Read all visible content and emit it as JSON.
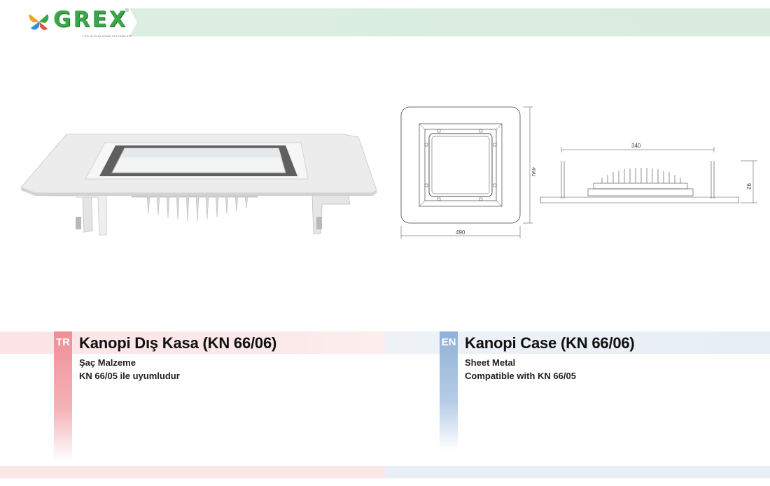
{
  "brand": {
    "name": "GREX",
    "registered": "®",
    "tagline": "LED AYDINLATMA SİSTEMLERİ",
    "colors": {
      "green": "#3aa64a",
      "header_band": "#dcefe2"
    }
  },
  "drawing": {
    "top_view": {
      "height_label": "490",
      "width_label": "490"
    },
    "side_view": {
      "width_label": "340",
      "height_label": "92"
    }
  },
  "tr": {
    "code": "TR",
    "title": "Kanopi Dış Kasa (KN 66/06)",
    "line1": "Şaç Malzeme",
    "line2": "KN 66/05 ile uyumludur",
    "color": "#ef8f96"
  },
  "en": {
    "code": "EN",
    "title": "Kanopi Case (KN 66/06)",
    "line1": "Sheet Metal",
    "line2": "Compatible with KN 66/05",
    "color": "#8fb1d8"
  }
}
